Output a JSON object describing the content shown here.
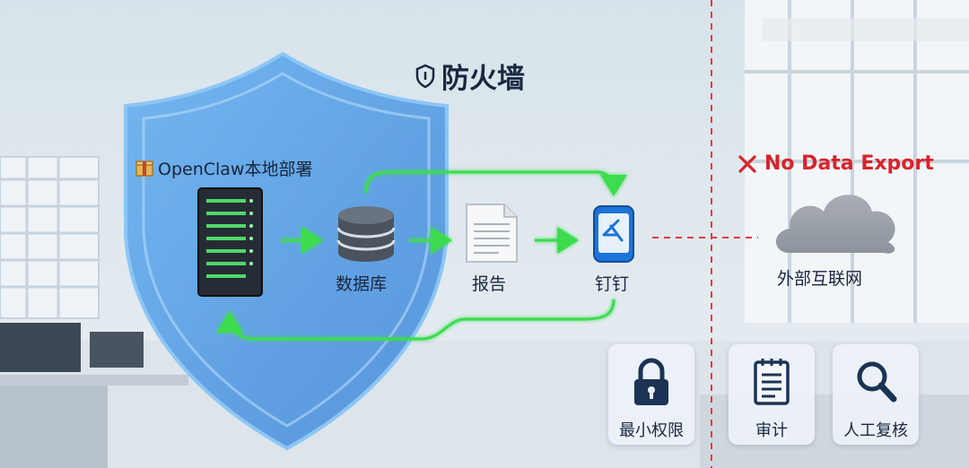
{
  "firewall": {
    "title": "防火墙",
    "icon": "shield-outline-icon"
  },
  "local_deployment": {
    "label": "OpenClaw本地部署",
    "icon": "package-icon"
  },
  "nodes": {
    "server": {
      "icon": "server-rack-icon"
    },
    "database": {
      "label": "数据库",
      "icon": "database-icon"
    },
    "report": {
      "label": "报告",
      "icon": "document-icon"
    },
    "dingtalk": {
      "label": "钉钉",
      "icon": "dingtalk-icon"
    },
    "internet": {
      "label": "外部互联网",
      "icon": "cloud-icon"
    }
  },
  "no_export": {
    "label": "No Data Export",
    "icon": "x-icon"
  },
  "features": [
    {
      "label": "最小权限",
      "icon": "lock-icon"
    },
    {
      "label": "审计",
      "icon": "notepad-icon"
    },
    {
      "label": "人工复核",
      "icon": "magnifier-icon"
    }
  ],
  "colors": {
    "shield": "#3f8fe0",
    "flow_arrow": "#3ddc4f",
    "boundary": "#e23b3b",
    "text_dark": "#1a2740",
    "no_export_text": "#d9232a"
  }
}
